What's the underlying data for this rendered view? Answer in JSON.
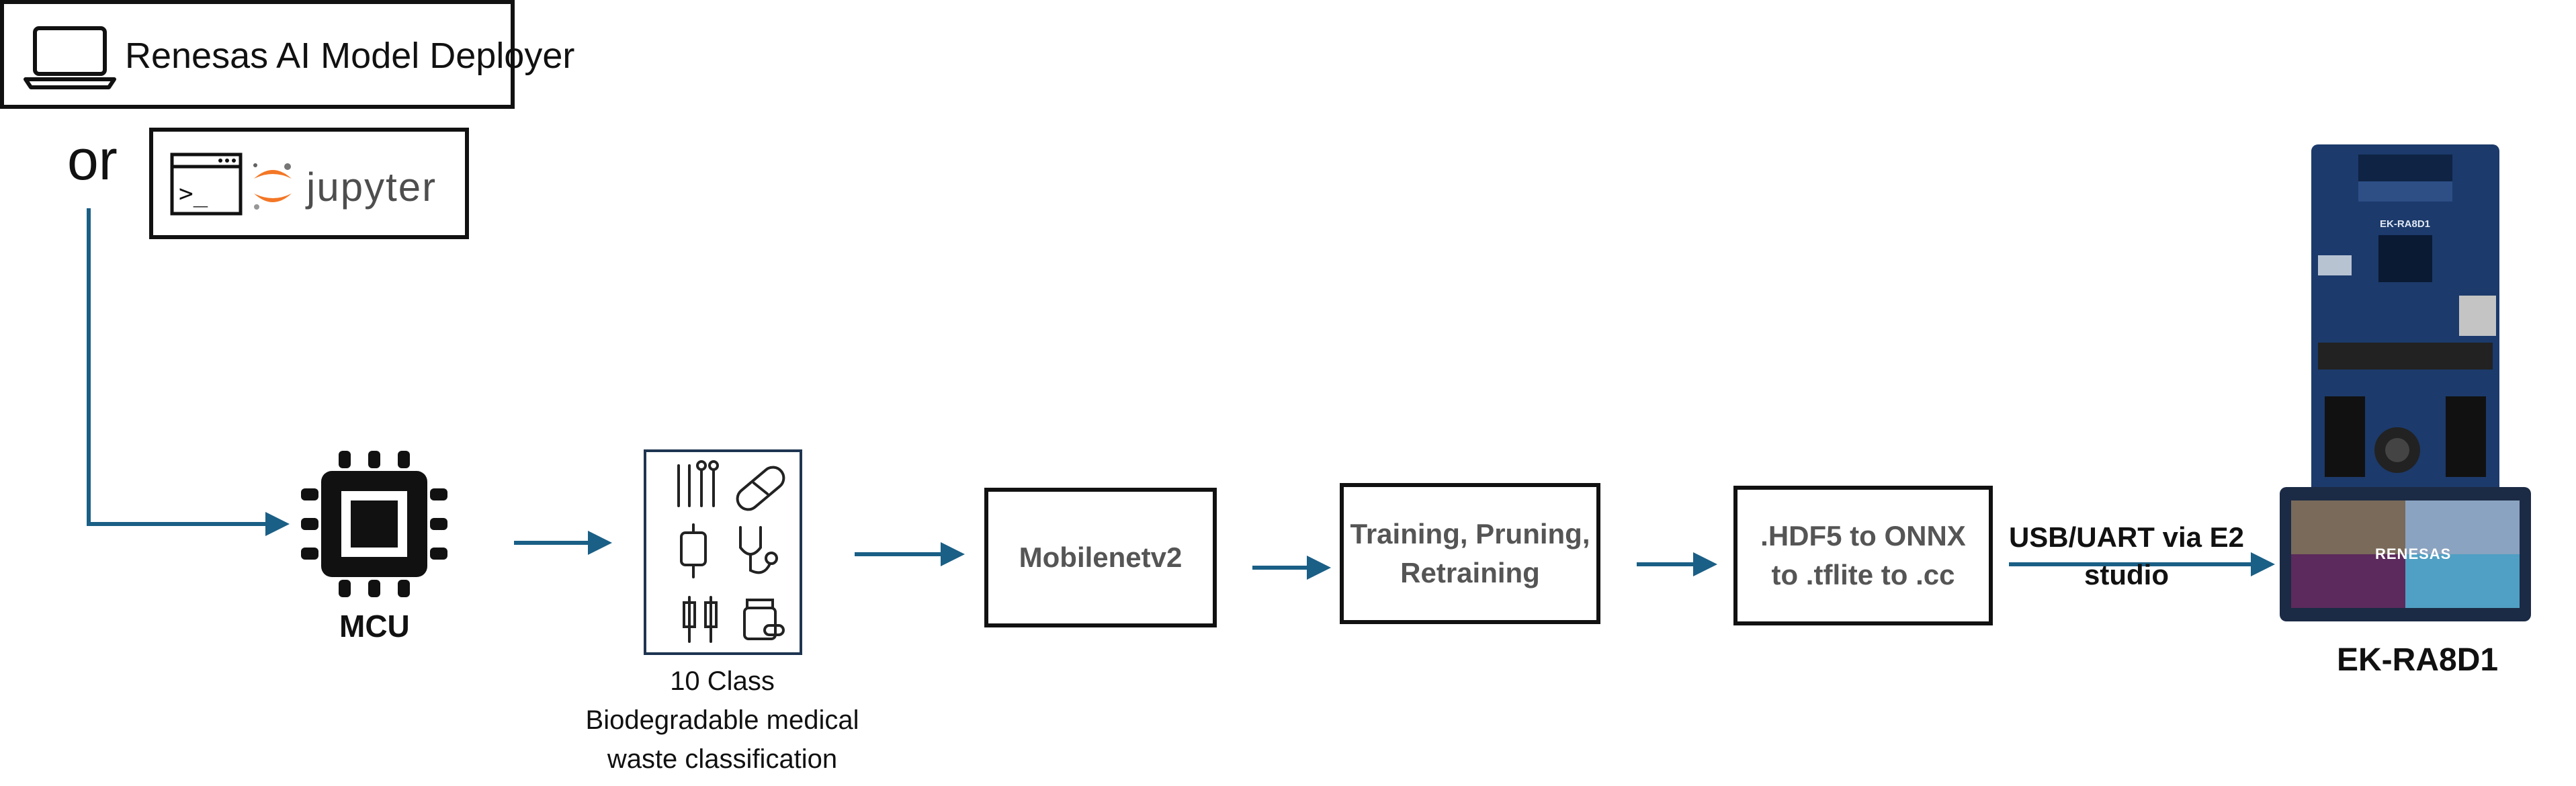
{
  "tools": {
    "deployer_label": "Renesas AI Model Deployer",
    "or_label": "or",
    "jupyter_label": "jupyter"
  },
  "mcu": {
    "label": "MCU"
  },
  "dataset": {
    "line1": "10 Class",
    "line2": "Biodegradable medical",
    "line3": "waste classification"
  },
  "model": {
    "label": "Mobilenetv2"
  },
  "training": {
    "line1": "Training, Pruning,",
    "line2": "Retraining"
  },
  "conversion": {
    "line1": ".HDF5 to ONNX",
    "line2": "to .tflite to .cc"
  },
  "transfer": {
    "line1": "USB/UART via E2",
    "line2": "studio"
  },
  "board": {
    "label": "EK-RA8D1",
    "silk_label": "EK-RA8D1",
    "screen_brand": "RENESAS"
  },
  "colors": {
    "arrow": "#1a5f86",
    "border": "#111111",
    "board_blue": "#1c3a6b"
  }
}
